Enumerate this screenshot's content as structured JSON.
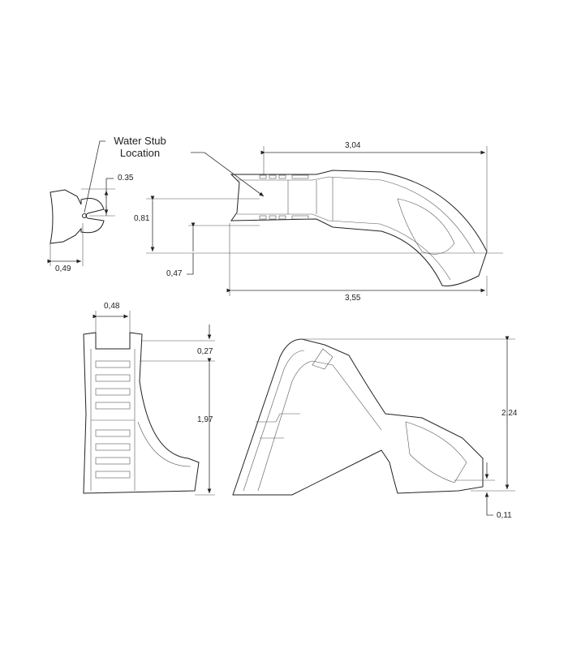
{
  "note": {
    "line1": "Water Stub",
    "line2": "Location"
  },
  "dimensions": {
    "stub_height": "0.35",
    "end_width": "0,49",
    "top_height": "0,81",
    "stub_offset": "0,47",
    "top_length_upper": "3,04",
    "top_length_total": "3,55",
    "ladder_width": "0,48",
    "top_rail": "0,27",
    "ladder_height": "1,97",
    "overall_height": "2,24",
    "exit_height": "0,11"
  }
}
